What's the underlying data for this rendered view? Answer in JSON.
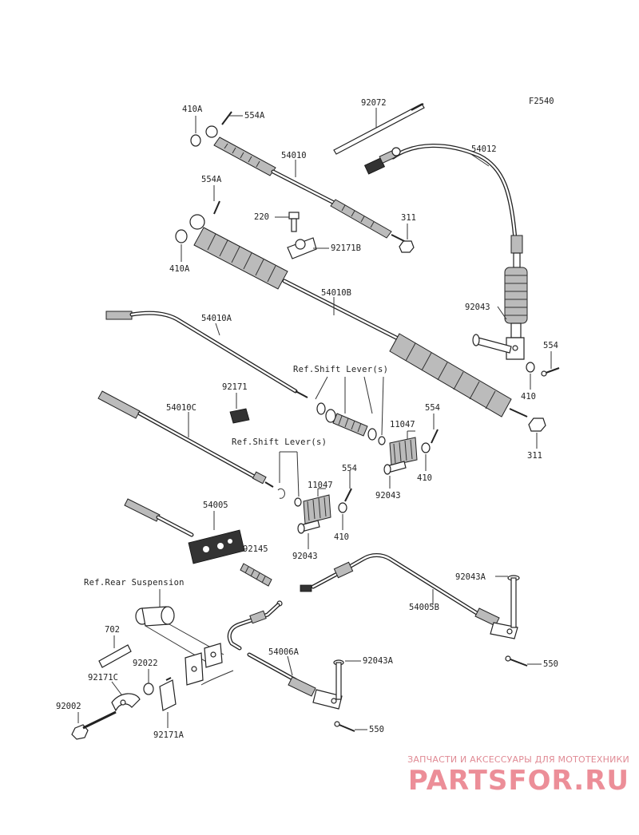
{
  "figure_code": "F2540",
  "labels": {
    "l410A_top": "410A",
    "l554A_top": "554A",
    "l92072": "92072",
    "l54012": "54012",
    "l54010": "54010",
    "l554A_mid": "554A",
    "l220": "220",
    "l311_top": "311",
    "l92171B": "92171B",
    "l410A_mid": "410A",
    "l54010B": "54010B",
    "l92043_r": "92043",
    "l554_r": "554",
    "l410_r": "410",
    "l54010A": "54010A",
    "l311_r": "311",
    "l92171": "92171",
    "l54010C": "54010C",
    "l11047_a": "11047",
    "l554_a": "554",
    "l410_a": "410",
    "l92043_a": "92043",
    "l11047_b": "11047",
    "l554_b": "554",
    "l410_b": "410",
    "l92043_b": "92043",
    "l54005": "54005",
    "l92145": "92145",
    "l92043A_r": "92043A",
    "l54005B": "54005B",
    "l550_r": "550",
    "l702": "702",
    "l92022": "92022",
    "l92171C": "92171C",
    "l92002": "92002",
    "l92171A": "92171A",
    "l54006A": "54006A",
    "l92043A_b": "92043A",
    "l550_b": "550"
  },
  "references": {
    "shift_lever_1": "Ref.Shift Lever(s)",
    "shift_lever_2": "Ref.Shift Lever(s)",
    "rear_suspension": "Ref.Rear Suspension"
  },
  "watermark": {
    "caption": "ЗАПЧАСТИ И АКСЕССУАРЫ ДЛЯ МОТОТЕХНИКИ",
    "logo": "PARTSFOR.RU"
  },
  "colors": {
    "line": "#333333",
    "watermark": "#ec8e98"
  }
}
